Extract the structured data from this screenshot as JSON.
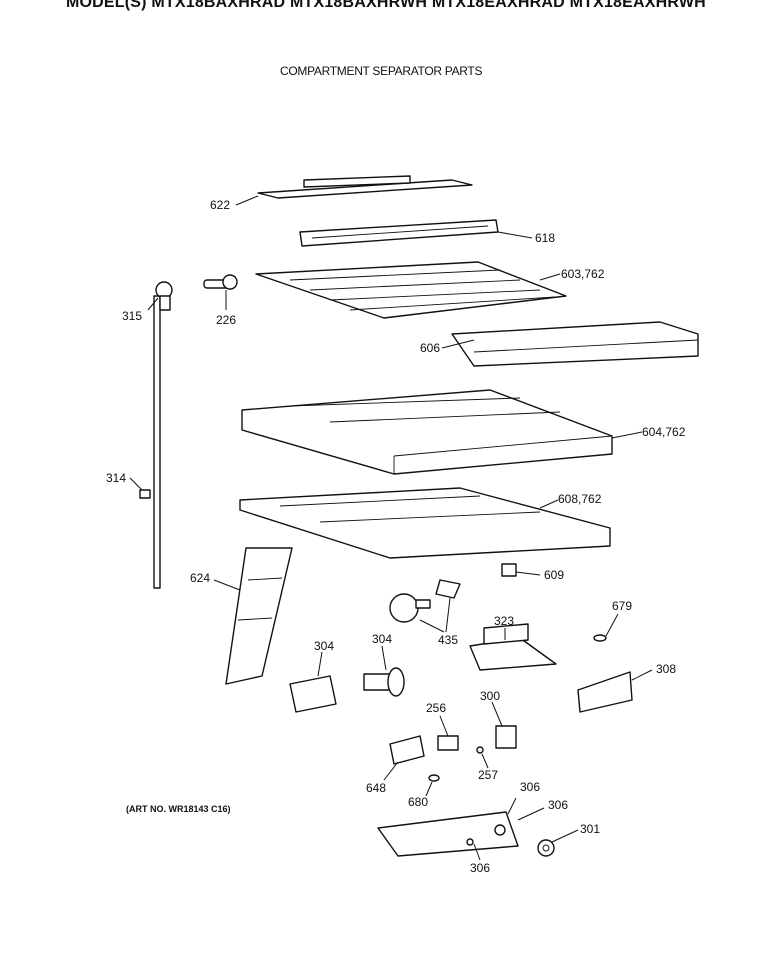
{
  "header": {
    "models": "MODEL(S) MTX18BAXHRAD  MTX18BAXHRWH  MTX18EAXHRAD  MTX18EAXHRWH"
  },
  "title": "COMPARTMENT SEPARATOR PARTS",
  "art_no": "(ART NO. WR18143 C16)",
  "parts": {
    "p622": "622",
    "p618": "618",
    "p603": "603,762",
    "p315": "315",
    "p226": "226",
    "p606": "606",
    "p604": "604,762",
    "p314": "314",
    "p608": "608,762",
    "p609": "609",
    "p624": "624",
    "p435": "435",
    "p679": "679",
    "p323": "323",
    "p304a": "304",
    "p304b": "304",
    "p308": "308",
    "p256": "256",
    "p300": "300",
    "p648": "648",
    "p257": "257",
    "p680": "680",
    "p306a": "306",
    "p306b": "306",
    "p306c": "306",
    "p301": "301"
  }
}
